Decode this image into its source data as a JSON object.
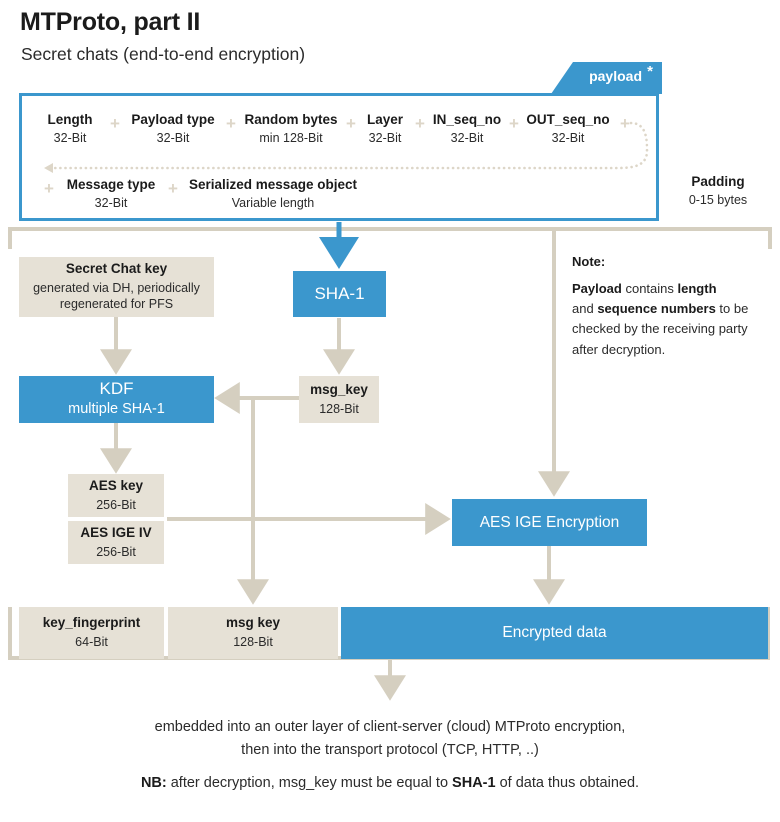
{
  "header": {
    "title": "MTProto, part II",
    "subtitle": "Secret chats (end-to-end encryption)"
  },
  "payload": {
    "tab_label": "payload",
    "tab_star": "*",
    "fields_row1": [
      {
        "name": "Length",
        "size": "32-Bit"
      },
      {
        "name": "Payload type",
        "size": "32-Bit"
      },
      {
        "name": "Random bytes",
        "size": "min 128-Bit"
      },
      {
        "name": "Layer",
        "size": "32-Bit"
      },
      {
        "name": "IN_seq_no",
        "size": "32-Bit"
      },
      {
        "name": "OUT_seq_no",
        "size": "32-Bit"
      }
    ],
    "fields_row2": [
      {
        "name": "Message type",
        "size": "32-Bit"
      },
      {
        "name": "Serialized message object",
        "size": "Variable length"
      }
    ],
    "separator": "+"
  },
  "padding": {
    "name": "Padding",
    "size": "0-15 bytes"
  },
  "note": {
    "heading": "Note:",
    "line1_a": "Payload",
    "line1_b": " contains ",
    "line1_c": "length",
    "line2_a": "and ",
    "line2_b": "sequence numbers",
    "line2_c": " to be",
    "line3": "checked by the receiving party",
    "line4": "after decryption."
  },
  "nodes": {
    "secret_chat_key": {
      "title": "Secret Chat key",
      "desc_line1": "generated via DH, periodically",
      "desc_line2": "regenerated for PFS"
    },
    "sha1": {
      "title": "SHA-1"
    },
    "kdf": {
      "title": "KDF",
      "subtitle": "multiple SHA-1"
    },
    "msg_key_mid": {
      "title": "msg_key",
      "size": "128-Bit"
    },
    "aes_key": {
      "title": "AES key",
      "size": "256-Bit"
    },
    "aes_ige_iv": {
      "title": "AES IGE IV",
      "size": "256-Bit"
    },
    "aes_ige_encryption": {
      "title": "AES IGE Encryption"
    },
    "key_fingerprint": {
      "title": "key_fingerprint",
      "size": "64-Bit"
    },
    "msg_key_out": {
      "title": "msg key",
      "size": "128-Bit"
    },
    "encrypted_data": {
      "title": "Encrypted data"
    }
  },
  "footer": {
    "line1": "embedded into an outer layer of client-server (cloud) MTProto encryption,",
    "line2": "then into the transport protocol (TCP, HTTP, ..)",
    "nb_label": "NB:",
    "nb_text_a": " after decryption, msg_key must be equal to ",
    "nb_bold": "SHA-1",
    "nb_text_b": " of data thus obtained."
  },
  "colors": {
    "blue": "#3b97cd",
    "beige": "#e6e1d6",
    "connector": "#d5cfc0",
    "text": "#1b1b1b"
  }
}
